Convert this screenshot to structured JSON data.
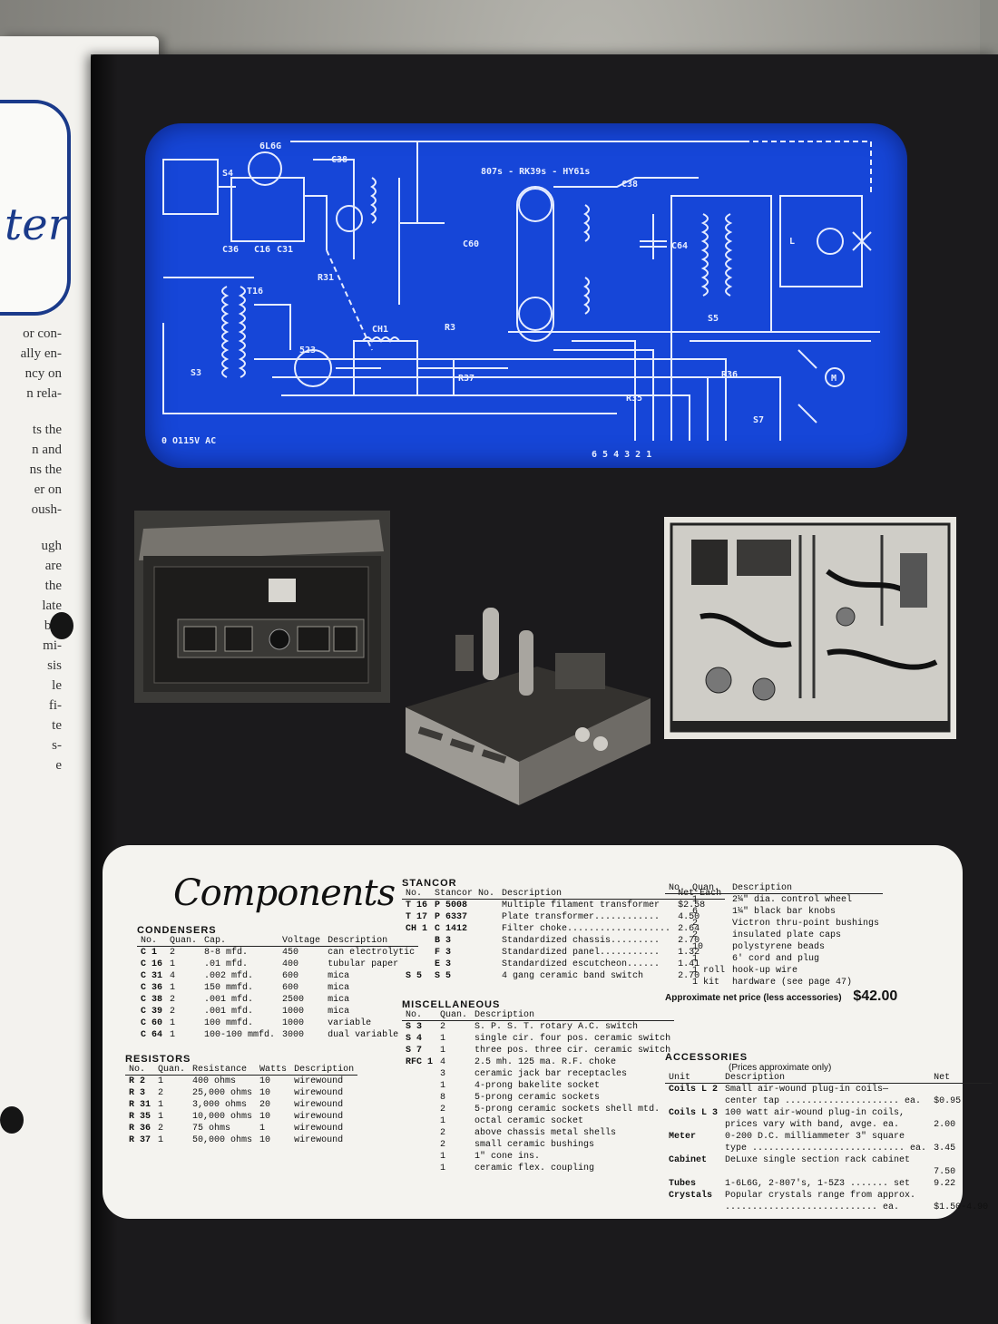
{
  "left_page": {
    "logo_text": "ter",
    "lines": [
      "or con-",
      "ally en-",
      "ncy on",
      "n rela-",
      "",
      "ts the",
      "n and",
      "ns the",
      "er on",
      "oush-",
      "",
      "ugh",
      "are",
      "the",
      "late",
      "ber",
      "mi-",
      "sis",
      "le",
      "fi-",
      "te",
      "s-",
      "e"
    ]
  },
  "schematic": {
    "labels": [
      "6L6G",
      "S4",
      "C38",
      "807s - RK39s - HY61s",
      "C38",
      "C36",
      "C16",
      "C31",
      "R31",
      "C60",
      "C64",
      "R3",
      "T16",
      "523",
      "CH1",
      "R37",
      "R35",
      "R36",
      "S7",
      "S5",
      "S3",
      "0 O115V AC",
      "6 5 4 3 2 1",
      "L",
      "M"
    ]
  },
  "components": {
    "title": "Components",
    "condensers": {
      "heading": "CONDENSERS",
      "headers": [
        "No.",
        "Quan.",
        "Cap.",
        "Voltage",
        "Description"
      ],
      "rows": [
        [
          "C 1",
          "2",
          "8-8 mfd.",
          "450",
          "can electrolytic"
        ],
        [
          "C 16",
          "1",
          ".01 mfd.",
          "400",
          "tubular paper"
        ],
        [
          "C 31",
          "4",
          ".002 mfd.",
          "600",
          "mica"
        ],
        [
          "C 36",
          "1",
          "150 mmfd.",
          "600",
          "mica"
        ],
        [
          "C 38",
          "2",
          ".001 mfd.",
          "2500",
          "mica"
        ],
        [
          "C 39",
          "2",
          ".001 mfd.",
          "1000",
          "mica"
        ],
        [
          "C 60",
          "1",
          "100 mmfd.",
          "1000",
          "variable"
        ],
        [
          "C 64",
          "1",
          "100-100 mmfd.",
          "3000",
          "dual variable"
        ]
      ]
    },
    "resistors": {
      "heading": "RESISTORS",
      "headers": [
        "No.",
        "Quan.",
        "Resistance",
        "Watts",
        "Description"
      ],
      "rows": [
        [
          "R 2",
          "1",
          "400 ohms",
          "10",
          "wirewound"
        ],
        [
          "R 3",
          "2",
          "25,000 ohms",
          "10",
          "wirewound"
        ],
        [
          "R 31",
          "1",
          "3,000 ohms",
          "20",
          "wirewound"
        ],
        [
          "R 35",
          "1",
          "10,000 ohms",
          "10",
          "wirewound"
        ],
        [
          "R 36",
          "2",
          "75 ohms",
          "1",
          "wirewound"
        ],
        [
          "R 37",
          "1",
          "50,000 ohms",
          "10",
          "wirewound"
        ]
      ]
    },
    "stancor": {
      "heading": "STANCOR",
      "headers": [
        "No.",
        "Stancor No.",
        "Description",
        "Net Each"
      ],
      "rows": [
        [
          "T 16",
          "P 5008",
          "Multiple filament transformer",
          "$2.58"
        ],
        [
          "T 17",
          "P 6337",
          "Plate transformer............",
          "4.50"
        ],
        [
          "CH 1",
          "C 1412",
          "Filter choke...................",
          "2.64"
        ],
        [
          "",
          "B 3",
          "Standardized chassis.........",
          "2.70"
        ],
        [
          "",
          "F 3",
          "Standardized panel...........",
          "1.32"
        ],
        [
          "",
          "E 3",
          "Standardized escutcheon......",
          "1.41"
        ],
        [
          "S 5",
          "S 5",
          "4 gang ceramic band switch",
          "2.70"
        ]
      ]
    },
    "misc": {
      "heading": "MISCELLANEOUS",
      "headers": [
        "No.",
        "Quan.",
        "Description"
      ],
      "rows": [
        [
          "S 3",
          "2",
          "S. P. S. T. rotary A.C. switch"
        ],
        [
          "S 4",
          "1",
          "single cir. four pos. ceramic switch"
        ],
        [
          "S 7",
          "1",
          "three pos. three cir. ceramic switch"
        ],
        [
          "RFC 1",
          "4",
          "2.5 mh. 125 ma. R.F. choke"
        ],
        [
          "",
          "3",
          "ceramic jack bar receptacles"
        ],
        [
          "",
          "1",
          "4-prong bakelite socket"
        ],
        [
          "",
          "8",
          "5-prong ceramic sockets"
        ],
        [
          "",
          "2",
          "5-prong ceramic sockets shell mtd."
        ],
        [
          "",
          "1",
          "octal ceramic socket"
        ],
        [
          "",
          "2",
          "above chassis metal shells"
        ],
        [
          "",
          "2",
          "small ceramic bushings"
        ],
        [
          "",
          "1",
          "1\" cone ins."
        ],
        [
          "",
          "1",
          "ceramic flex. coupling"
        ]
      ]
    },
    "hardware": {
      "headers": [
        "No.",
        "Quan.",
        "Description"
      ],
      "rows": [
        [
          "",
          "1",
          "2¼\" dia. control wheel"
        ],
        [
          "",
          "6",
          "1¼\" black bar knobs"
        ],
        [
          "",
          "2",
          "Victron thru-point bushings"
        ],
        [
          "",
          "2",
          "insulated plate caps"
        ],
        [
          "",
          "10",
          "polystyrene beads"
        ],
        [
          "",
          "1",
          "6' cord and plug"
        ],
        [
          "",
          "1 roll",
          "hook-up wire"
        ],
        [
          "",
          "1 kit",
          "hardware (see page 47)"
        ]
      ],
      "price_label": "Approximate net price (less accessories)",
      "price_value": "$42.00"
    },
    "accessories": {
      "heading": "ACCESSORIES",
      "note": "(Prices approximate only)",
      "headers": [
        "Unit",
        "Description",
        "Net"
      ],
      "rows": [
        [
          "Coils L 2",
          "Small air-wound plug-in coils—",
          ""
        ],
        [
          "",
          "center tap ..................... ea.",
          "$0.95"
        ],
        [
          "Coils L 3",
          "100 watt air-wound plug-in coils,",
          ""
        ],
        [
          "",
          "prices vary with band, avge. ea.",
          "2.00"
        ],
        [
          "Meter",
          "0-200 D.C. milliammeter 3\" square",
          ""
        ],
        [
          "",
          "type ............................ ea.",
          "3.45"
        ],
        [
          "Cabinet",
          "DeLuxe single section rack cabinet",
          ""
        ],
        [
          "",
          "",
          "7.50"
        ],
        [
          "Tubes",
          "1-6L6G, 2-807's, 1-5Z3 ....... set",
          "9.22"
        ],
        [
          "Crystals",
          "Popular crystals range from approx.",
          ""
        ],
        [
          "",
          "............................ ea.",
          "$1.50-4.90"
        ]
      ]
    }
  }
}
